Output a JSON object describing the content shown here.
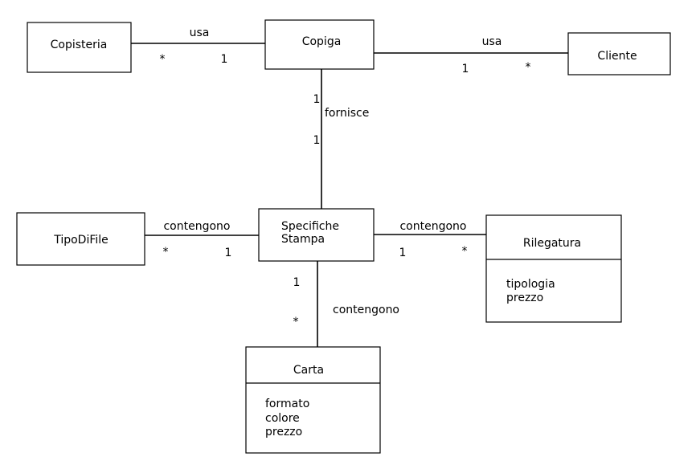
{
  "classes": {
    "copisteria": {
      "name": "Copisteria"
    },
    "copiga": {
      "name": "Copiga"
    },
    "cliente": {
      "name": "Cliente"
    },
    "tipodifile": {
      "name": "TipoDiFile"
    },
    "specifiche": {
      "name_line1": "Specifiche",
      "name_line2": "Stampa"
    },
    "rilegatura": {
      "name": "Rilegatura",
      "attributes": [
        "tipologia",
        "prezzo"
      ]
    },
    "carta": {
      "name": "Carta",
      "attributes": [
        "formato",
        "colore",
        "prezzo"
      ]
    }
  },
  "associations": {
    "copisteria_copiga": {
      "label": "usa",
      "mult_left": "*",
      "mult_right": "1"
    },
    "copiga_cliente": {
      "label": "usa",
      "mult_left": "1",
      "mult_right": "*"
    },
    "copiga_specifiche": {
      "label": "fornisce",
      "mult_top": "1",
      "mult_bottom": "1"
    },
    "tipodifile_specifiche": {
      "label": "contengono",
      "mult_left": "*",
      "mult_right": "1"
    },
    "specifiche_rilegatura": {
      "label": "contengono",
      "mult_left": "1",
      "mult_right": "*"
    },
    "specifiche_carta": {
      "label": "contengono",
      "mult_top": "1",
      "mult_bottom": "*"
    }
  }
}
